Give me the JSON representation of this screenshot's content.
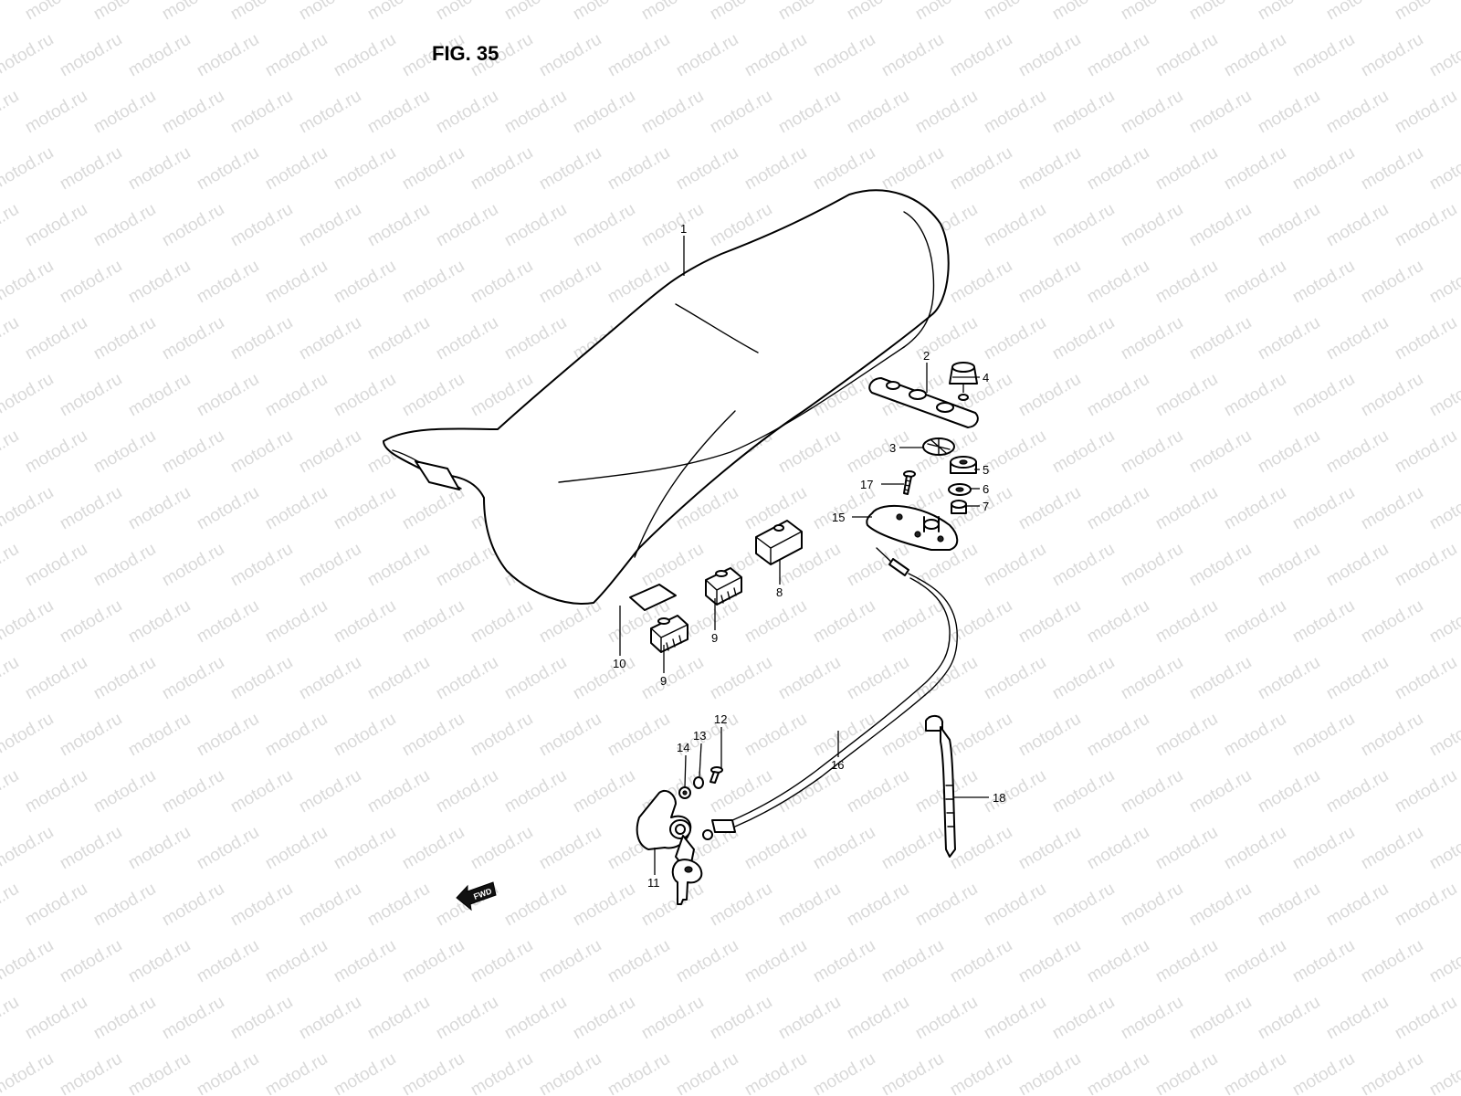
{
  "figure": {
    "title": "FIG. 35"
  },
  "watermark": {
    "text": "motod.ru"
  },
  "fwd_badge": {
    "label": "FWD"
  },
  "callouts": [
    {
      "id": "c1",
      "label": "1"
    },
    {
      "id": "c2",
      "label": "2"
    },
    {
      "id": "c3",
      "label": "3"
    },
    {
      "id": "c4",
      "label": "4"
    },
    {
      "id": "c5",
      "label": "5"
    },
    {
      "id": "c6",
      "label": "6"
    },
    {
      "id": "c7",
      "label": "7"
    },
    {
      "id": "c8",
      "label": "8"
    },
    {
      "id": "c9a",
      "label": "9"
    },
    {
      "id": "c9b",
      "label": "9"
    },
    {
      "id": "c10",
      "label": "10"
    },
    {
      "id": "c11",
      "label": "11"
    },
    {
      "id": "c12",
      "label": "12"
    },
    {
      "id": "c13",
      "label": "13"
    },
    {
      "id": "c14",
      "label": "14"
    },
    {
      "id": "c15",
      "label": "15"
    },
    {
      "id": "c16",
      "label": "16"
    },
    {
      "id": "c17",
      "label": "17"
    },
    {
      "id": "c18",
      "label": "18"
    }
  ],
  "colors": {
    "line": "#000000",
    "background": "#ffffff",
    "watermark": "#d9d9d9"
  }
}
